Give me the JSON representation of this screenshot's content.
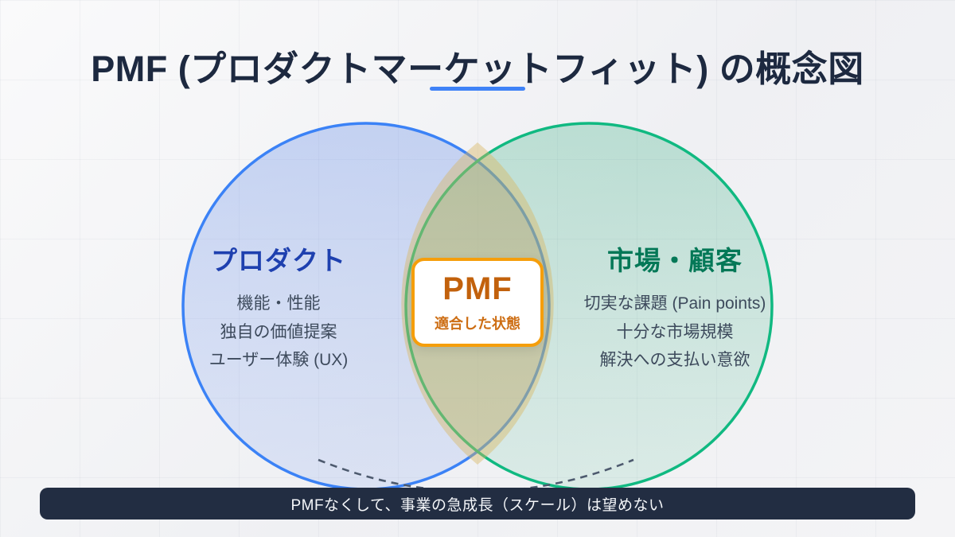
{
  "title": {
    "text": "PMF (プロダクトマーケットフィット) の概念図",
    "underline_color": "#3f82f7",
    "text_color": "#1d2940"
  },
  "venn": {
    "product": {
      "heading": "プロダクト",
      "heading_color": "#1e40af",
      "circle_stroke_color": "#3b82f6",
      "circle_fill_color": "#ccd8f2",
      "items": [
        "機能・性能",
        "独自の価値提案",
        "ユーザー体験 (UX)"
      ]
    },
    "market": {
      "heading": "市場・顧客",
      "heading_color": "#047857",
      "circle_stroke_color": "#10b981",
      "circle_fill_color": "#cfe6db",
      "items": [
        "切実な課題 (Pain points)",
        "十分な市場規模",
        "解決への支払い意欲"
      ]
    },
    "overlap": {
      "label": "PMF",
      "sublabel": "適合した状態",
      "box_border_color": "#f59e0b",
      "label_color": "#c2610c",
      "lens_color": "#d8b55e"
    }
  },
  "footer": {
    "text": "PMFなくして、事業の急成長（スケール）は望めない",
    "bg_color": "#222d42"
  }
}
